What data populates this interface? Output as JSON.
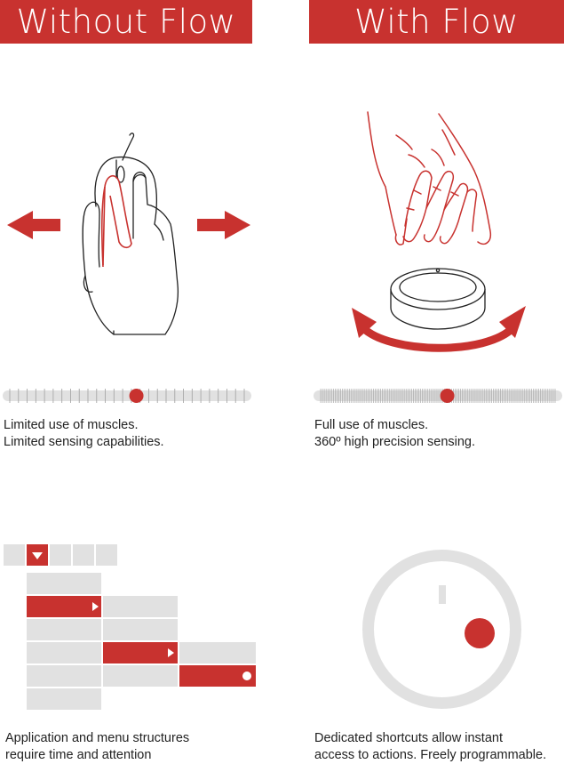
{
  "headers": {
    "without": "Without Flow",
    "with": "With Flow"
  },
  "captions": {
    "muscles_limited": [
      "Limited use of muscles.",
      "Limited sensing capabilities."
    ],
    "muscles_full": [
      "Full use of muscles.",
      "360º high precision sensing."
    ],
    "menus": [
      "Application and menu structures",
      "require time and attention"
    ],
    "shortcuts": [
      "Dedicated shortcuts allow instant",
      "access to actions. Freely programmable."
    ]
  },
  "sliders": {
    "coarse": {
      "ticks": 28,
      "knob_fraction": 0.54
    },
    "fine": {
      "ticks": 130,
      "knob_fraction": 0.54
    }
  },
  "icons": {
    "hand_mouse": "hand-on-mouse-icon",
    "hand_knob": "hand-over-dial-icon",
    "arrow_left": "arrow-left-icon",
    "arrow_right": "arrow-right-icon",
    "rotate_arrow": "curved-double-arrow-icon",
    "dropdown": "triangle-down-icon",
    "submenu": "triangle-right-icon",
    "dial": "dial-icon"
  },
  "colors": {
    "accent": "#c8322f",
    "grey": "#e1e1e1",
    "text": "#222222"
  }
}
